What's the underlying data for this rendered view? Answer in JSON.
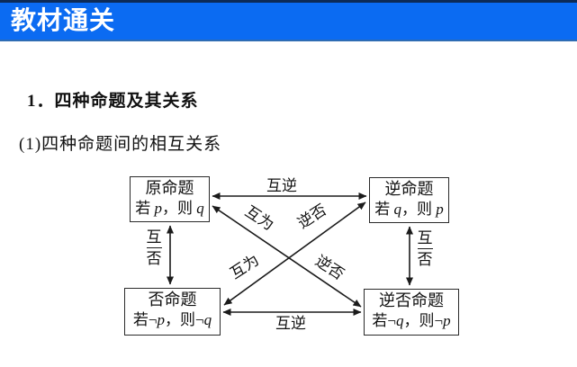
{
  "header": {
    "title": "教材通关"
  },
  "headings": {
    "line1": "1．四种命题及其关系",
    "line2": "(1)四种命题间的相互关系"
  },
  "diagram": {
    "boxes": [
      {
        "name": "original",
        "title": "原命题",
        "prefix": "若 ",
        "var1": "p",
        "mid": "，则 ",
        "var2": "q"
      },
      {
        "name": "converse",
        "title": "逆命题",
        "prefix": "若 ",
        "var1": "q",
        "mid": "，则 ",
        "var2": "p"
      },
      {
        "name": "negation",
        "title": "否命题",
        "prefix": "若¬",
        "var1": "p",
        "mid": "，则¬",
        "var2": "q"
      },
      {
        "name": "contrapositive",
        "title": "逆否命题",
        "prefix": "若¬",
        "var1": "q",
        "mid": "，则¬",
        "var2": "p"
      }
    ],
    "labels": {
      "top_arrow": "互逆",
      "bottom_arrow": "互逆",
      "left_arrow_char1": "互",
      "left_arrow_char2": "否",
      "right_arrow_char1": "互",
      "right_arrow_char2": "否",
      "diag_upper_left": "互为",
      "diag_upper_right": "逆否",
      "diag_lower_left": "互为",
      "diag_lower_right": "逆否"
    }
  },
  "colors": {
    "header_bg": "#0b6bf2",
    "header_top_strip": "#0d2b57",
    "header_bottom_line": "#2e6cb4",
    "header_text": "#ffffff",
    "diagram_line": "#1b1b1b",
    "body_bg": "#ffffff",
    "text": "#111111"
  }
}
